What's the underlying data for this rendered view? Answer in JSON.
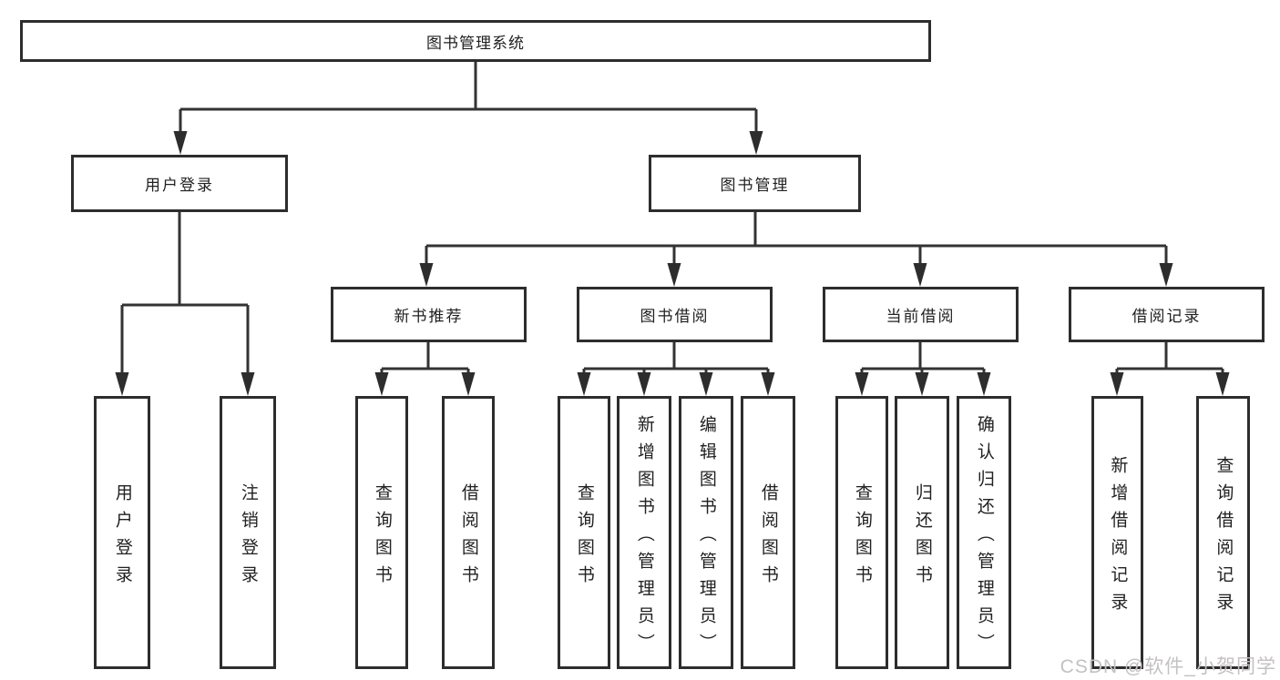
{
  "diagram": {
    "root": {
      "label": "图书管理系统"
    },
    "level2": [
      {
        "id": "user-login",
        "label": "用户登录"
      },
      {
        "id": "book-management",
        "label": "图书管理"
      }
    ],
    "level3": [
      {
        "id": "new-book-recommend",
        "label": "新书推荐"
      },
      {
        "id": "book-borrowing",
        "label": "图书借阅"
      },
      {
        "id": "current-borrowing",
        "label": "当前借阅"
      },
      {
        "id": "borrowing-records",
        "label": "借阅记录"
      }
    ],
    "leaves": [
      {
        "id": "user-login-action",
        "label": "用户登录",
        "parent": "用户登录"
      },
      {
        "id": "logout",
        "label": "注销登录",
        "parent": "用户登录"
      },
      {
        "id": "query-books-recommend",
        "label": "查询图书",
        "parent": "新书推荐"
      },
      {
        "id": "borrow-books-recommend",
        "label": "借阅图书",
        "parent": "新书推荐"
      },
      {
        "id": "query-books-borrow",
        "label": "查询图书",
        "parent": "图书借阅"
      },
      {
        "id": "add-books-admin",
        "label": "新增图书（管理员）",
        "parent": "图书借阅"
      },
      {
        "id": "edit-books-admin",
        "label": "编辑图书（管理员）",
        "parent": "图书借阅"
      },
      {
        "id": "borrow-books",
        "label": "借阅图书",
        "parent": "图书借阅"
      },
      {
        "id": "query-books-current",
        "label": "查询图书",
        "parent": "当前借阅"
      },
      {
        "id": "return-books",
        "label": "归还图书",
        "parent": "当前借阅"
      },
      {
        "id": "confirm-return-admin",
        "label": "确认归还（管理员）",
        "parent": "当前借阅"
      },
      {
        "id": "add-borrow-record",
        "label": "新增借阅记录",
        "parent": "借阅记录"
      },
      {
        "id": "query-borrow-record",
        "label": "查询借阅记录",
        "parent": "借阅记录"
      }
    ]
  },
  "watermark": {
    "text": "CSDN @软件_小贺同学"
  },
  "colors": {
    "border": "#2d2d2d",
    "line": "#333333",
    "arrow": "#2d2d2d",
    "text": "#212121",
    "background": "#ffffff",
    "watermark": "#c4c1c1"
  }
}
